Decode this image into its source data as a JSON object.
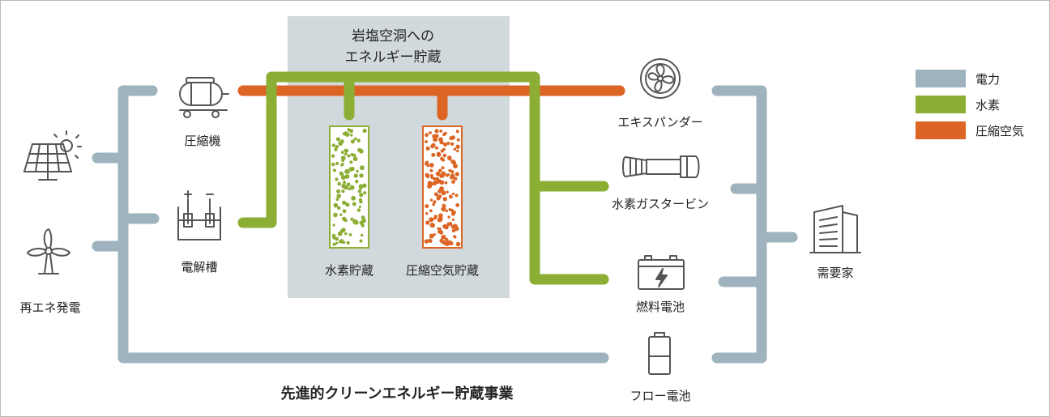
{
  "colors": {
    "electricity": "#9eb3bd",
    "hydrogen": "#8cae35",
    "compressed_air": "#dc6525",
    "cavern_bg": "#d2d9dc",
    "icon": "#555555"
  },
  "cavern": {
    "title_line1": "岩塩空洞への",
    "title_line2": "エネルギー貯蔵",
    "hydrogen_tank_label": "水素貯蔵",
    "air_tank_label": "圧縮空気貯蔵"
  },
  "sources": {
    "renewable_label": "再エネ発電",
    "solar_icon": "solar-panel-icon",
    "wind_icon": "wind-turbine-icon"
  },
  "converters": {
    "compressor_label": "圧縮機",
    "electrolyzer_label": "電解槽",
    "compressor_icon": "compressor-tank-icon",
    "electrolyzer_icon": "electrolyzer-icon"
  },
  "outputs": {
    "expander_label": "エキスパンダー",
    "gas_turbine_label": "水素ガスタービン",
    "fuel_cell_label": "燃料電池",
    "flow_battery_label": "フロー電池",
    "expander_icon": "fan-icon",
    "gas_turbine_icon": "turbine-icon",
    "fuel_cell_icon": "battery-bolt-icon",
    "flow_battery_icon": "battery-icon"
  },
  "consumer": {
    "label": "需要家",
    "icon": "building-icon"
  },
  "legend": {
    "items": [
      {
        "label": "電力",
        "color": "#9eb3bd"
      },
      {
        "label": "水素",
        "color": "#8cae35"
      },
      {
        "label": "圧縮空気",
        "color": "#dc6525"
      }
    ]
  },
  "footer": {
    "title": "先進的クリーンエネルギー貯蔵事業"
  }
}
